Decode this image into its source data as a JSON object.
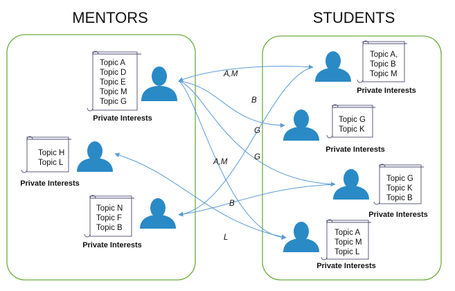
{
  "headings": {
    "mentors": "MENTORS",
    "students": "STUDENTS"
  },
  "caption": "Private Interests",
  "colors": {
    "group_border": "#6cae3f",
    "person": "#2a8ac6",
    "arrow": "#5b9bd5",
    "scroll_outline": "#4b4b73"
  },
  "mentors": [
    {
      "id": "m1",
      "topics": [
        "Topic A",
        "Topic D",
        "Topic E",
        "Topic M",
        "Topic G"
      ]
    },
    {
      "id": "m2",
      "topics": [
        "Topic H",
        "Topic L"
      ]
    },
    {
      "id": "m3",
      "topics": [
        "Topic N",
        "Topic F",
        "Topic B"
      ]
    }
  ],
  "students": [
    {
      "id": "s1",
      "topics": [
        "Topic A,",
        "Topic B",
        "Topic M"
      ]
    },
    {
      "id": "s2",
      "topics": [
        "Topic G",
        "Topic K"
      ]
    },
    {
      "id": "s3",
      "topics": [
        "Topic G",
        "Topic K",
        "Topic B"
      ]
    },
    {
      "id": "s4",
      "topics": [
        "Topic A",
        "Topic M",
        "Topic L"
      ]
    }
  ],
  "edges": [
    {
      "from": "m1",
      "to": "s1",
      "label": "A,M",
      "bidirectional": true
    },
    {
      "from": "m1",
      "to": "s2",
      "label": "B",
      "bidirectional": false
    },
    {
      "from": "m1",
      "to": "s3",
      "label": "G",
      "bidirectional": false
    },
    {
      "from": "m1",
      "to": "s4",
      "label": "A,M",
      "bidirectional": false
    },
    {
      "from": "s1",
      "to": "m3",
      "label": "G",
      "bidirectional": false
    },
    {
      "from": "s3",
      "to": "m3",
      "label": "B",
      "bidirectional": false
    },
    {
      "from": "m2",
      "to": "s4",
      "label": "L",
      "bidirectional": true
    }
  ]
}
